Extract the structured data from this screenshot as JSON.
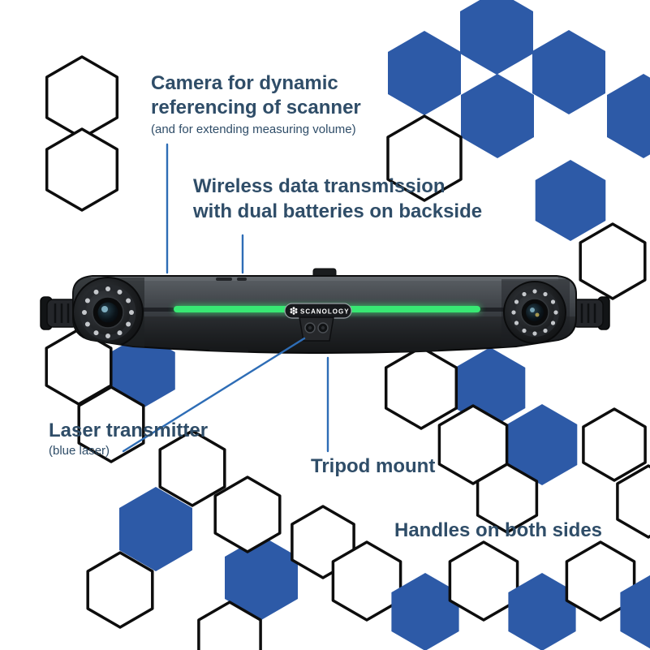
{
  "colors": {
    "hex_blue": "#2d5aa7",
    "hex_outline": "#0d0d0d",
    "label_text": "#2f4d68",
    "line_blue": "#2e6db6",
    "strip_green": "#38e973"
  },
  "device": {
    "brand": "SCANOLOGY",
    "logo_icon": "aperture-flower-icon"
  },
  "annotations": {
    "camera": {
      "line1": "Camera for dynamic",
      "line2": "referencing of scanner",
      "note": "(and for extending measuring volume)"
    },
    "wireless": {
      "line1": "Wireless data transmission",
      "line2": "with dual batteries on backside"
    },
    "laser": {
      "label": "Laser transmitter",
      "note": "(blue laser)"
    },
    "tripod": {
      "label": "Tripod mount"
    },
    "handles": {
      "label": "Handles on both sides"
    }
  }
}
